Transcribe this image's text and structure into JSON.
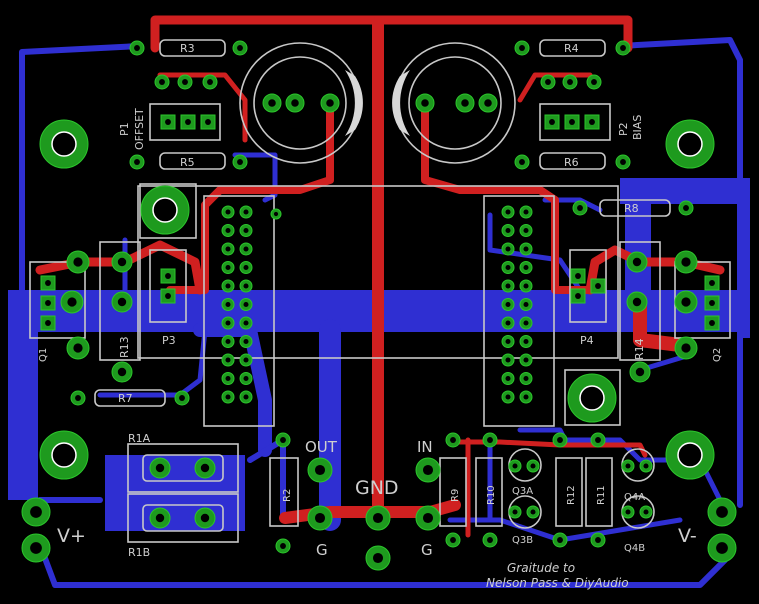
{
  "labels": {
    "r3": "R3",
    "r4": "R4",
    "r5": "R5",
    "r6": "R6",
    "r7": "R7",
    "r8": "R8",
    "r13": "R13",
    "r14": "R14",
    "r1a": "R1A",
    "r1b": "R1B",
    "r2": "R2",
    "r9": "R9",
    "r10": "R10",
    "r11": "R11",
    "r12": "R12",
    "p1": "P1",
    "p2": "P2",
    "p3": "P3",
    "p4": "P4",
    "offset": "OFFSET",
    "bias": "BIAS",
    "q1": "Q1",
    "q2": "Q2",
    "q3a": "Q3A",
    "q3b": "Q3B",
    "q4a": "Q4A",
    "q4b": "Q4B",
    "out": "OUT",
    "in": "IN",
    "gnd": "GND",
    "g_left": "G",
    "g_right": "G",
    "vplus": "V+",
    "vminus": "V-",
    "credit1": "Graitude to",
    "credit2": "Nelson Pass & DiyAudio"
  },
  "colors": {
    "board": "#000000",
    "top_copper": "#d02020",
    "bottom_copper": "#2f2fd2",
    "pad": "#1e9a1e",
    "silk": "#c8c8c8"
  }
}
